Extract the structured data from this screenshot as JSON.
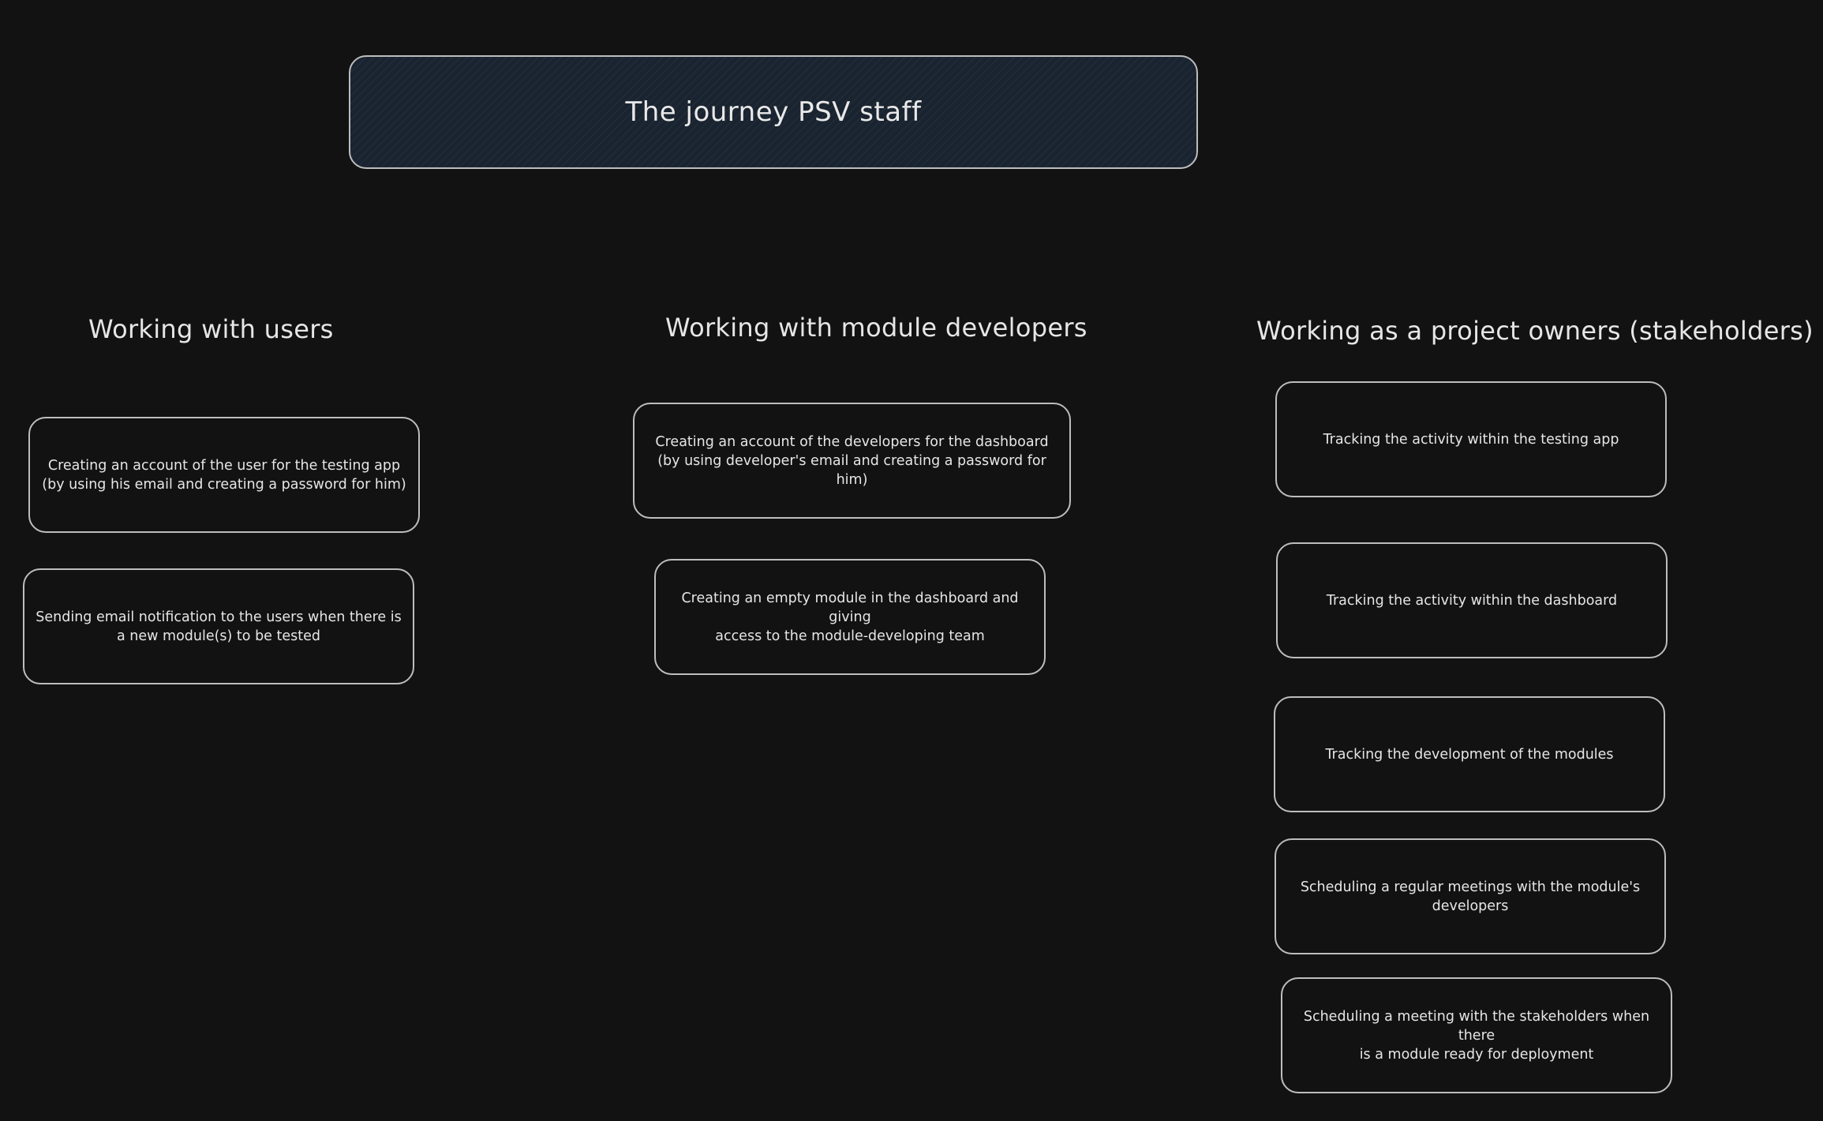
{
  "diagram": {
    "title": "The journey PSV staff",
    "columns": [
      {
        "heading": "Working with users",
        "cards": [
          "Creating an account of the user for the testing app\n(by using his email and creating a password for him)",
          "Sending email notification to the users when there is\na new module(s) to be tested"
        ]
      },
      {
        "heading": "Working with module developers",
        "cards": [
          "Creating an account of the developers for the dashboard\n(by using developer's email and creating a password for him)",
          "Creating an empty module in the dashboard and giving\naccess to the module-developing team"
        ]
      },
      {
        "heading": "Working as a project owners (stakeholders)",
        "cards": [
          "Tracking the activity within the testing app",
          "Tracking the activity within the dashboard",
          "Tracking the development of the modules",
          "Scheduling a regular meetings with the module's\ndevelopers",
          "Scheduling a meeting with the stakeholders when there\nis a module ready for deployment"
        ]
      }
    ]
  },
  "colors": {
    "background": "#121212",
    "stroke": "#bdbdbd",
    "text": "#e6e6e6",
    "title_fill": "#1a2430"
  }
}
